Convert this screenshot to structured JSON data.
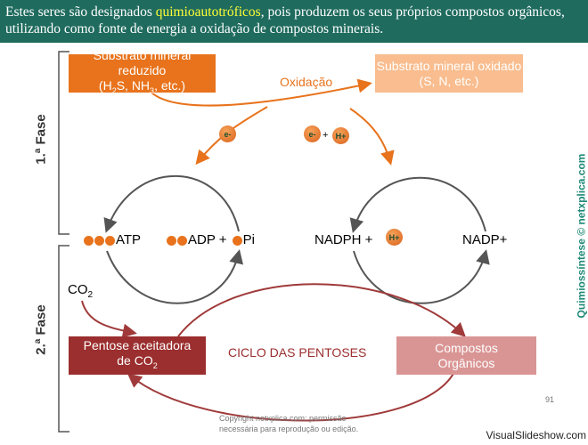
{
  "header": {
    "pre": "Estes seres são designados ",
    "highlight": "quimioautotróficos",
    "post": ", pois produzem os seus próprios compostos orgânicos, utilizando como fonte de energia a oxidação de compostos minerais."
  },
  "boxes": {
    "reduced_line1": "Substrato mineral reduzido",
    "reduced_line2": "(H2S, NH3, etc.)",
    "oxidized_line1": "Substrato mineral oxidado",
    "oxidized_line2": "(S, N, etc.)",
    "pentose_line1": "Pentose aceitadora",
    "pentose_line2": "de CO2",
    "organic_line1": "Compostos",
    "organic_line2": "Orgânicos"
  },
  "labels": {
    "oxidation": "Oxidação",
    "phase1": "1.ª Fase",
    "phase2": "2.ª Fase",
    "atp": "ATP",
    "adp": "ADP +",
    "pi": "Pi",
    "nadph": "NADPH +",
    "nadp": "NADP+",
    "co2": "CO2",
    "cycle": "CICLO DAS PENTOSES",
    "electron": "e-",
    "proton": "H+",
    "plus": "+"
  },
  "footer": {
    "copyright_line1": "Copyright netxplica.com: permissão",
    "copyright_line2": "necessária para reprodução ou edição.",
    "page_number": "91",
    "watermark": "VisualSlideshow.com",
    "side_text": "Quimiossíntese © netxplica.com"
  },
  "colors": {
    "header_bg": "#1f6b5e",
    "highlight": "#ffff33",
    "orange": "#e8731c",
    "light_orange": "#f9bd8f",
    "dark_red": "#9b2e2e",
    "pink": "#d99594"
  }
}
